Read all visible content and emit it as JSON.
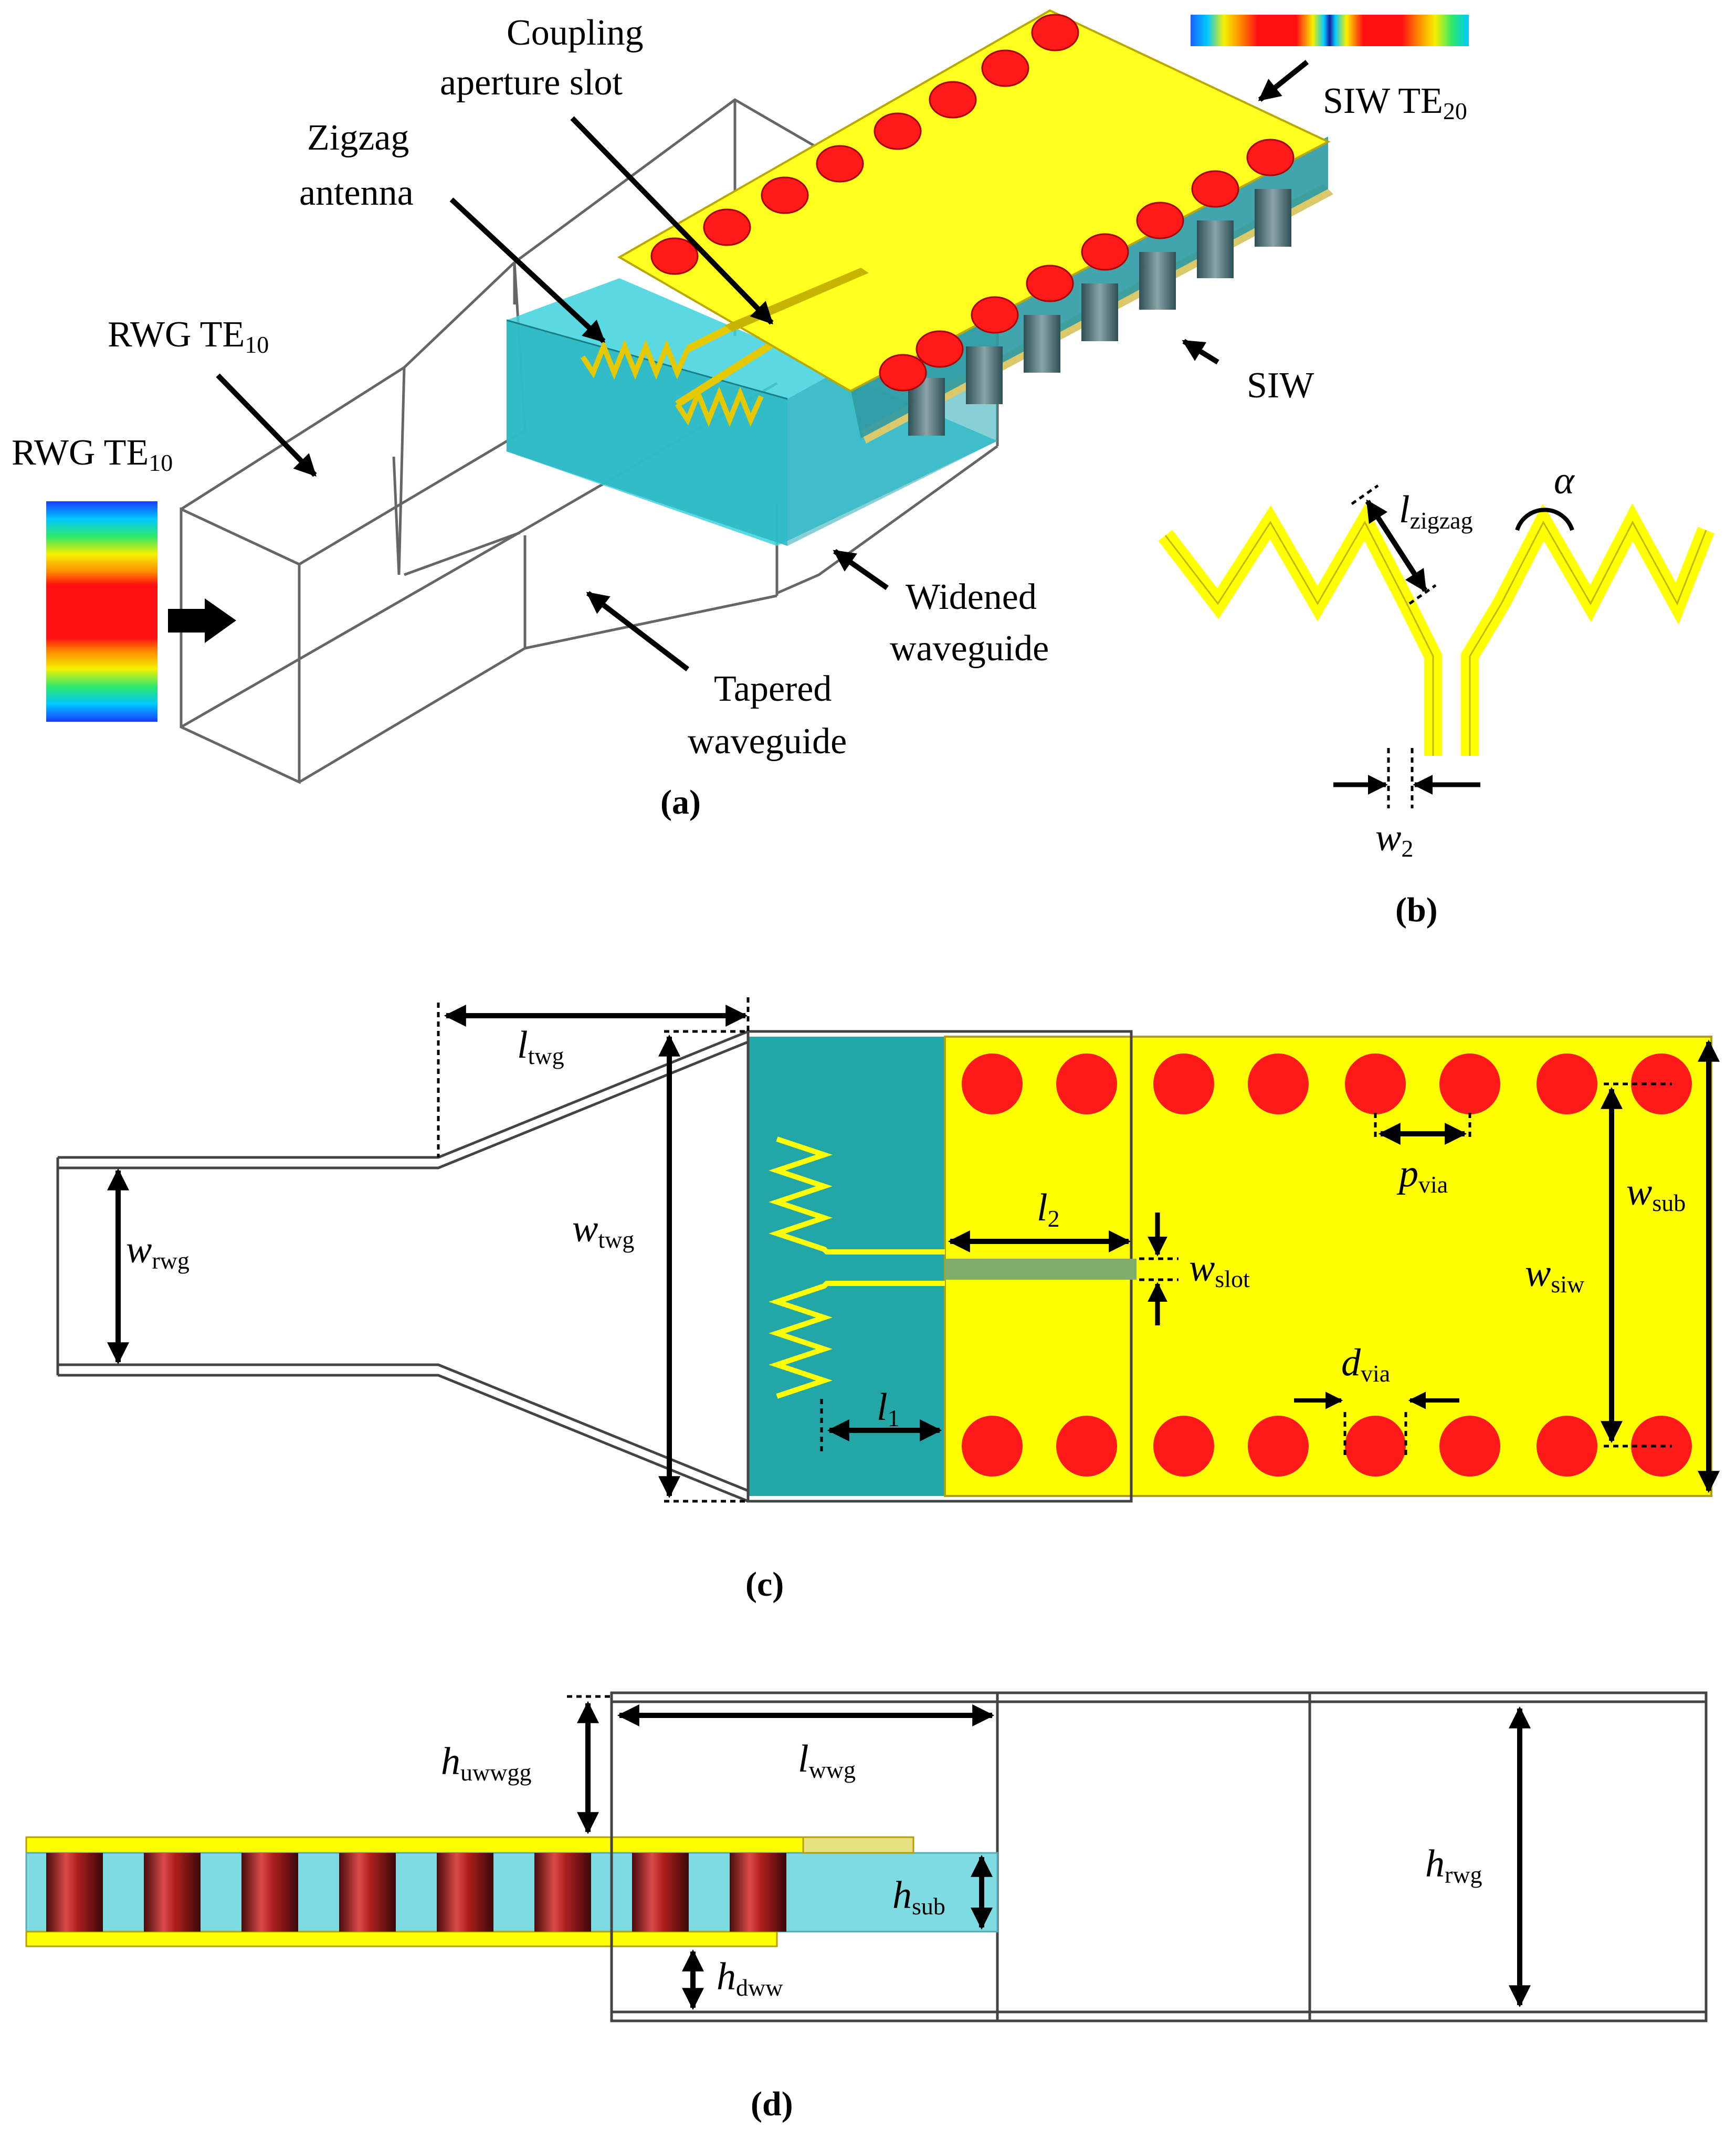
{
  "colors": {
    "copper": "#ffff00",
    "copper_edge": "#b3a000",
    "via": "#ff1a1a",
    "substrate": "#22a6a6",
    "substrate_light": "#7fdbe2",
    "arrow": "#000000",
    "frame": "#555555"
  },
  "panel_a": {
    "caption": "(a)",
    "labels": {
      "coupling": "Coupling",
      "aperture": "aperture slot",
      "zigzag1": "Zigzag",
      "zigzag2": "antenna",
      "siw_te20_main": "SIW TE",
      "siw_te20_sub": "20",
      "rwg_te10_a_main": "RWG TE",
      "rwg_te10_a_sub": "10",
      "rwg_te10_b_main": "RWG TE",
      "rwg_te10_b_sub": "10",
      "siw": "SIW",
      "widened1": "Widened",
      "widened2": "waveguide",
      "tapered1": "Tapered",
      "tapered2": "waveguide"
    }
  },
  "panel_b": {
    "caption": "(b)",
    "l_main": "l",
    "l_sub": "zigzag",
    "alpha": "α",
    "w_main": "w",
    "w_sub": "2"
  },
  "panel_c": {
    "caption": "(c)",
    "ltwg_main": "l",
    "ltwg_sub": "twg",
    "wrwg_main": "w",
    "wrwg_sub": "rwg",
    "wtwg_main": "w",
    "wtwg_sub": "twg",
    "l2_main": "l",
    "l2_sub": "2",
    "l1_main": "l",
    "l1_sub": "1",
    "wslot_main": "w",
    "wslot_sub": "slot",
    "pvia_main": "p",
    "pvia_sub": "via",
    "dvia_main": "d",
    "dvia_sub": "via",
    "wsiw_main": "w",
    "wsiw_sub": "siw",
    "wsub_main": "w",
    "wsub_sub": "sub"
  },
  "panel_d": {
    "caption": "(d)",
    "huwwgg_main": "h",
    "huwwgg_sub": "uwwgg",
    "lwwg_main": "l",
    "lwwg_sub": "wwg",
    "hsub_main": "h",
    "hsub_sub": "sub",
    "hdww_main": "h",
    "hdww_sub": "dww",
    "hrwg_main": "h",
    "hrwg_sub": "rwg"
  }
}
